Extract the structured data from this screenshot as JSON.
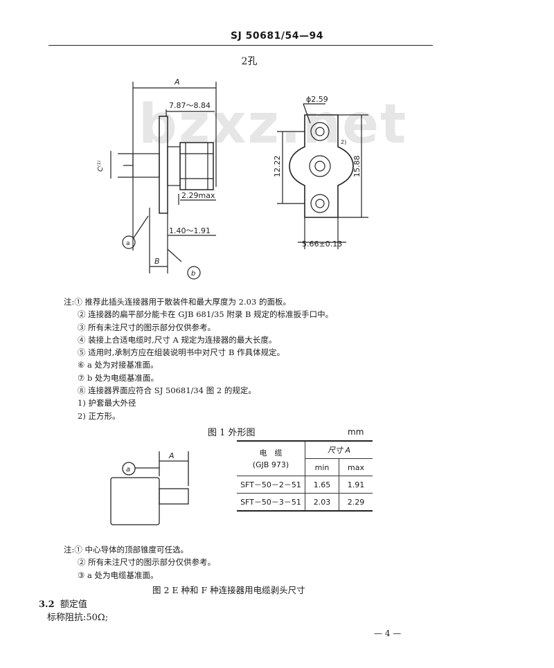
{
  "header": {
    "doc_number": "SJ 50681/54—94"
  },
  "watermark": {
    "text": "bzxz.net"
  },
  "fig1": {
    "subtitle": "2孔",
    "dim_a": "A",
    "dim_b": "B",
    "dim_c": "C⁽¹⁾",
    "dim_range1": "7.87～8.84",
    "dim_max": "2.29max",
    "dim_range2": "1.40～1.91",
    "hole_dia": "ϕ2.59",
    "note2_mark": "2)",
    "dim_12": "12.22",
    "dim_15": "15.88",
    "dim_566": "5.66±0.13",
    "label_a": "a",
    "label_b": "b",
    "caption": "图 1   外形图",
    "unit": "mm"
  },
  "notes1": {
    "prefix": "注:",
    "items": [
      "① 推荐此插头连接器用于散装件和最大厚度为 2.03 的面板。",
      "② 连接器的扁平部分能卡在 GJB 681/35 附录 B 规定的标准扳手口中。",
      "③ 所有未注尺寸的图示部分仅供参考。",
      "④ 装接上合适电缆时,尺寸 A 规定为连接器的最大长度。",
      "⑤ 适用时,承制方应在组装说明书中对尺寸 B 作具体规定。",
      "⑥ a 处为对接基准面。",
      "⑦ b 处为电缆基准面。",
      "⑧ 连接器界面应符合 SJ 50681/34 图 2 的规定。",
      "1) 护套最大外径",
      "2) 正方形。"
    ]
  },
  "table": {
    "h_cable": "电　缆",
    "h_std": "(GJB 973)",
    "h_dim": "尺寸 A",
    "h_min": "min",
    "h_max": "max",
    "rows": [
      {
        "cable": "SFT－50－2－51",
        "min": "1.65",
        "max": "1.91"
      },
      {
        "cable": "SFT－50－3－51",
        "min": "2.03",
        "max": "2.29"
      }
    ]
  },
  "fig2": {
    "label_a": "a",
    "dim_a": "A",
    "caption": "图 2   E 种和 F 种连接器用电缆剥头尺寸"
  },
  "notes2": {
    "prefix": "注:",
    "items": [
      "① 中心导体的顶部锥度可任选。",
      "② 所有未注尺寸的图示部分仅供参考。",
      "③ a 处为电缆基准面。"
    ]
  },
  "section": {
    "number": "3.2",
    "title": "额定值",
    "value": "标称阻抗:50Ω;"
  },
  "page": {
    "number": "— 4 —"
  }
}
